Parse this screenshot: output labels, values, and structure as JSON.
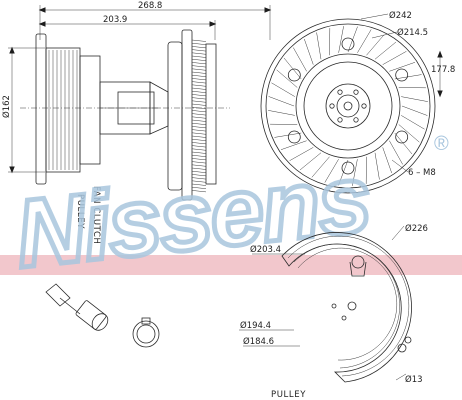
{
  "brand": {
    "watermark": "Nissens",
    "registered": "®",
    "watermark_color": "#a9c6de",
    "band_color": "#f2c7cc"
  },
  "side_view": {
    "overall_length": "268.8",
    "clutch_length": "203.9",
    "pulley_diameter": "Ø162",
    "label_pulley": "PULLEY",
    "label_fan_clutch": "FAN CLUTCH"
  },
  "front_view": {
    "outer_diameter": "Ø242",
    "flange_diameter": "Ø214.5",
    "offset": "177.8",
    "bolts": "6 – M8"
  },
  "pulley_view": {
    "d_outer": "Ø226",
    "d_mid": "Ø203.4",
    "d_194": "Ø194.4",
    "d_184": "Ø184.6",
    "d_hole": "Ø13",
    "label": "PULLEY"
  }
}
